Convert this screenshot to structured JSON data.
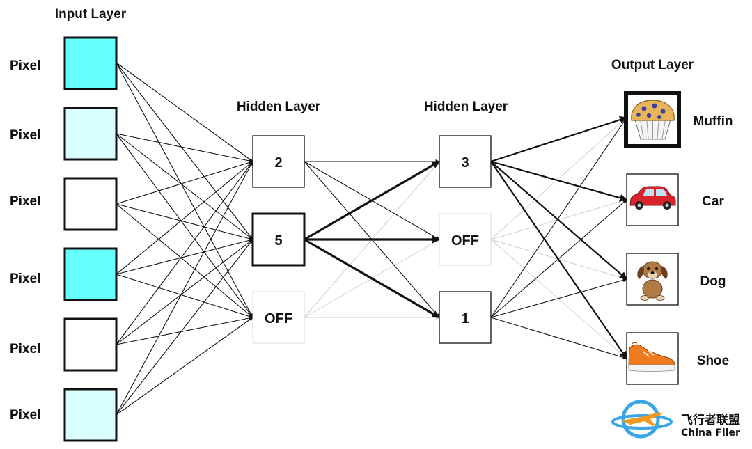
{
  "layers": {
    "input": {
      "title": "Input Layer",
      "nodes": [
        {
          "label": "Pixel",
          "fill": "#66ffff"
        },
        {
          "label": "Pixel",
          "fill": "#d9ffff"
        },
        {
          "label": "Pixel",
          "fill": "#ffffff"
        },
        {
          "label": "Pixel",
          "fill": "#66ffff"
        },
        {
          "label": "Pixel",
          "fill": "#ffffff"
        },
        {
          "label": "Pixel",
          "fill": "#d9ffff"
        }
      ]
    },
    "hidden1": {
      "title": "Hidden Layer",
      "nodes": [
        {
          "value": "2",
          "state": "normal"
        },
        {
          "value": "5",
          "state": "strong"
        },
        {
          "value": "OFF",
          "state": "off"
        }
      ]
    },
    "hidden2": {
      "title": "Hidden Layer",
      "nodes": [
        {
          "value": "3",
          "state": "normal"
        },
        {
          "value": "OFF",
          "state": "off"
        },
        {
          "value": "1",
          "state": "normal"
        }
      ]
    },
    "output": {
      "title": "Output Layer",
      "nodes": [
        {
          "label": "Muffin",
          "icon": "muffin-icon",
          "selected": true
        },
        {
          "label": "Car",
          "icon": "car-icon",
          "selected": false
        },
        {
          "label": "Dog",
          "icon": "dog-icon",
          "selected": false
        },
        {
          "label": "Shoe",
          "icon": "shoe-icon",
          "selected": false
        }
      ]
    }
  },
  "watermark": {
    "cn_text": "飞行者联盟",
    "en_text": "China Flier",
    "color": "#f39a1e",
    "logo_color": "#3aa6e8"
  },
  "colors": {
    "active_connection": "#111111",
    "faded_connection": "#d0d0d0"
  }
}
